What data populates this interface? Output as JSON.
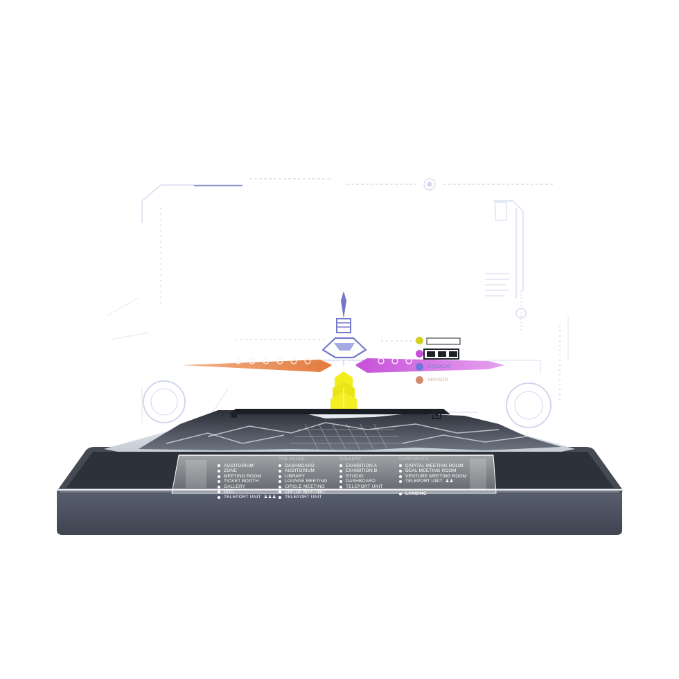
{
  "colors": {
    "device_body": "#4f5561",
    "device_bezel": "#2f3440",
    "screen": "#eef1f4",
    "hud_line": "#c9d0ea",
    "beacon": "#7478c9",
    "arm_left": "#e98a4f",
    "arm_right": "#d05ee0",
    "marker": "#f2ee1c",
    "legend_yellow": "#cfd21e",
    "legend_magenta": "#c94fd9",
    "legend_blue": "#6f73dd",
    "legend_orange": "#d4896a"
  },
  "legend": [
    {
      "label": "",
      "color_key": "legend_yellow"
    },
    {
      "label": "",
      "color_key": "legend_magenta"
    },
    {
      "label": "SYNDICAT",
      "color_key": "legend_blue"
    },
    {
      "label": "SENSOR",
      "color_key": "legend_orange"
    }
  ],
  "panel": {
    "columns": [
      {
        "heading": "",
        "items": [
          "AUDITORIUM",
          "ZONE",
          "MEETING ROOM",
          "TICKET BOOTH",
          "GALLERY",
          "POD",
          "TELEPORT UNIT"
        ]
      },
      {
        "heading": "THE SALES",
        "items": [
          "DASHBOARD",
          "AUDITORIUM",
          "LIBRARY",
          "LOUNGE MEETING",
          "CIRCLE MEETING",
          "VIRTUE MEETING",
          "TELEPORT UNIT"
        ]
      },
      {
        "heading": "GALLERY",
        "items": [
          "EXHIBITION A",
          "EXHIBITION B",
          "STUDIO",
          "DASHBOARD",
          "TELEPORT UNIT"
        ]
      },
      {
        "heading": "CORPORATE",
        "items": [
          "CAPITAL MEETING ROOM",
          "DEAL MEETING ROOM",
          "VENTURE MEETING ROOM",
          "TELEPORT UNIT"
        ],
        "footer": "LANDING"
      }
    ]
  }
}
